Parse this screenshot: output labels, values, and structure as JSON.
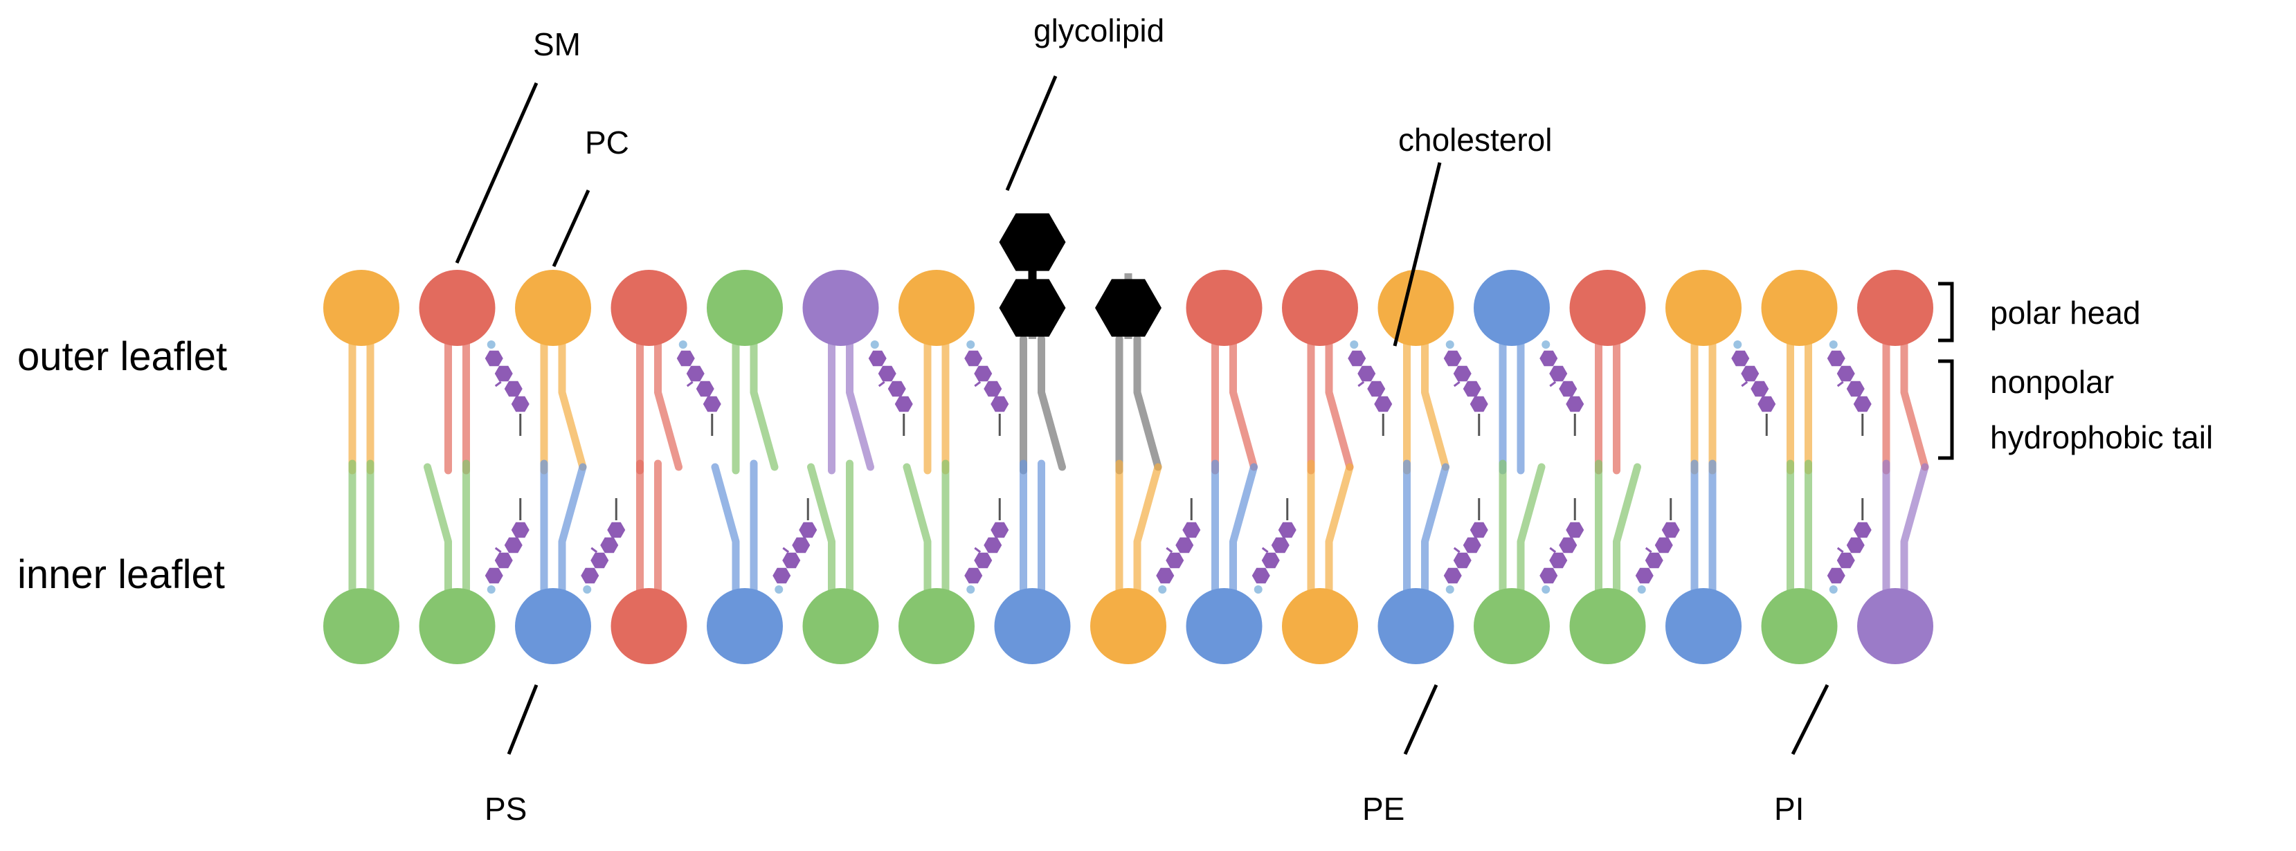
{
  "labels": {
    "outer_leaflet": "outer leaflet",
    "inner_leaflet": "inner leaflet",
    "polar_head": "polar head",
    "nonpolar_line1": "nonpolar",
    "nonpolar_line2": "hydrophobic tail"
  },
  "callouts": {
    "sm": "SM",
    "pc": "PC",
    "glycolipid": "glycolipid",
    "cholesterol": "cholesterol",
    "ps": "PS",
    "pe": "PE",
    "pi": "PI"
  },
  "colors": {
    "PC": "#F4AE45",
    "SM": "#E26B5E",
    "PE": "#86C56F",
    "PS": "#6A96DA",
    "PI": "#9B7BC8",
    "glycolipid_tail": "#9E9E9E",
    "sugar": "#000000",
    "cholesterol": "#8E5BB5",
    "cholesterol_oh": "#9BC3E3",
    "leader_line": "#000000"
  },
  "outer_lipids": [
    {
      "type": "PC",
      "kink": "none"
    },
    {
      "type": "SM",
      "kink": "none"
    },
    {
      "type": "PC",
      "kink": "right"
    },
    {
      "type": "SM",
      "kink": "right"
    },
    {
      "type": "PE",
      "kink": "right"
    },
    {
      "type": "PI",
      "kink": "right"
    },
    {
      "type": "PC",
      "kink": "none"
    },
    {
      "type": "glycolipid",
      "kink": "right"
    },
    {
      "type": "glycolipid",
      "kink": "right"
    },
    {
      "type": "SM",
      "kink": "right"
    },
    {
      "type": "SM",
      "kink": "right"
    },
    {
      "type": "PC",
      "kink": "right"
    },
    {
      "type": "PS",
      "kink": "none"
    },
    {
      "type": "SM",
      "kink": "none"
    },
    {
      "type": "PC",
      "kink": "none"
    },
    {
      "type": "PC",
      "kink": "none"
    },
    {
      "type": "SM",
      "kink": "right"
    }
  ],
  "inner_lipids": [
    {
      "type": "PE",
      "kink": "none"
    },
    {
      "type": "PE",
      "kink": "left"
    },
    {
      "type": "PS",
      "kink": "right"
    },
    {
      "type": "SM",
      "kink": "none"
    },
    {
      "type": "PS",
      "kink": "left"
    },
    {
      "type": "PE",
      "kink": "left"
    },
    {
      "type": "PE",
      "kink": "left"
    },
    {
      "type": "PS",
      "kink": "none"
    },
    {
      "type": "PC",
      "kink": "right"
    },
    {
      "type": "PS",
      "kink": "right"
    },
    {
      "type": "PC",
      "kink": "right"
    },
    {
      "type": "PS",
      "kink": "right"
    },
    {
      "type": "PE",
      "kink": "right"
    },
    {
      "type": "PE",
      "kink": "right"
    },
    {
      "type": "PS",
      "kink": "none"
    },
    {
      "type": "PE",
      "kink": "none"
    },
    {
      "type": "PI",
      "kink": "right"
    }
  ],
  "glycolipid_sugars": [
    2,
    1
  ]
}
